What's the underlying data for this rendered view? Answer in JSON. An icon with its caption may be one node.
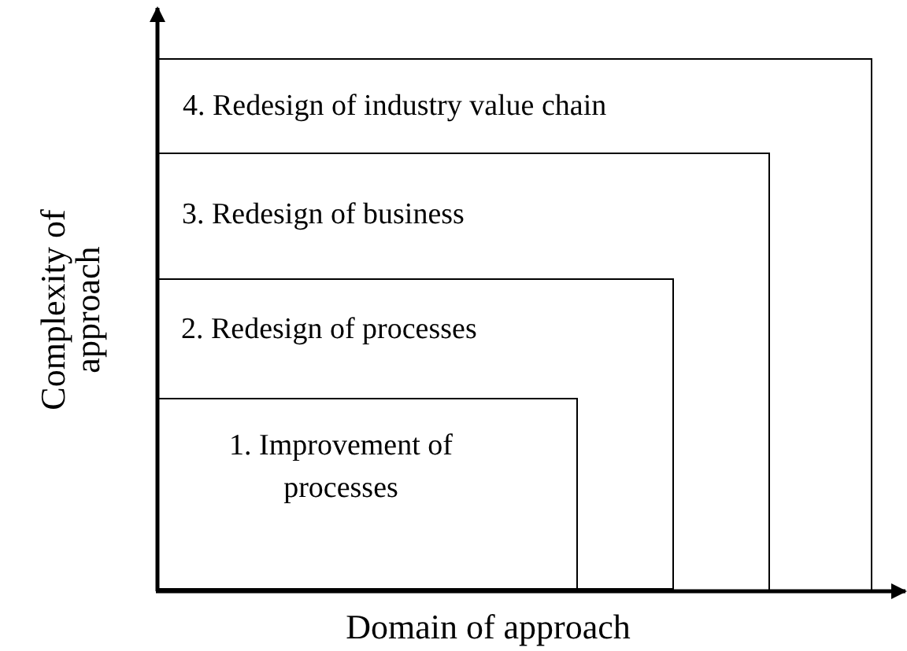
{
  "diagram": {
    "nodes": [
      {
        "text": [
          "4. Redesign of industry value chain"
        ]
      },
      {
        "text": [
          "3. Redesign of business"
        ],
        "in": 0
      },
      {
        "text": [
          "2. Redesign of processes"
        ],
        "in": 1
      },
      {
        "text": [
          "1. Improvement of processes"
        ],
        "in": 2
      }
    ],
    "labels": [
      "Complexity of approach",
      "Domain of approach"
    ]
  }
}
